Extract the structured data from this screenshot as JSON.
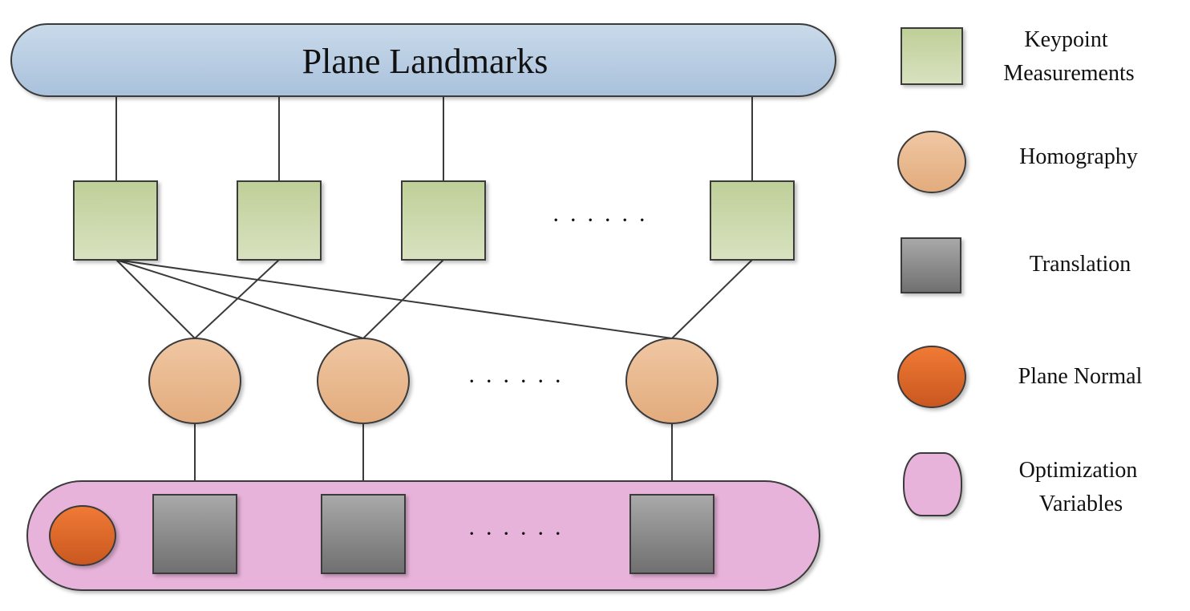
{
  "diagram": {
    "top_banner": {
      "label": "Plane Landmarks"
    },
    "ellipsis": "· · · · · ·",
    "colors": {
      "keypoint_fill": "#cdd9ad",
      "homography_fill": "#eab98f",
      "translation_fill": "#8e8e8e",
      "plane_normal_fill": "#e36a2b",
      "optimization_fill": "#e8b3da",
      "landmarks_fill": "#b8cde4",
      "stroke": "#3a3a3a"
    }
  },
  "legend": {
    "items": [
      {
        "shape": "square",
        "lines": [
          "Keypoint",
          "Measurements"
        ]
      },
      {
        "shape": "circle",
        "lines": [
          "Homography"
        ]
      },
      {
        "shape": "gray-square",
        "lines": [
          "Translation"
        ]
      },
      {
        "shape": "orange-circle",
        "lines": [
          "Plane Normal"
        ]
      },
      {
        "shape": "rounded-rect",
        "lines": [
          "Optimization",
          "Variables"
        ]
      }
    ]
  }
}
